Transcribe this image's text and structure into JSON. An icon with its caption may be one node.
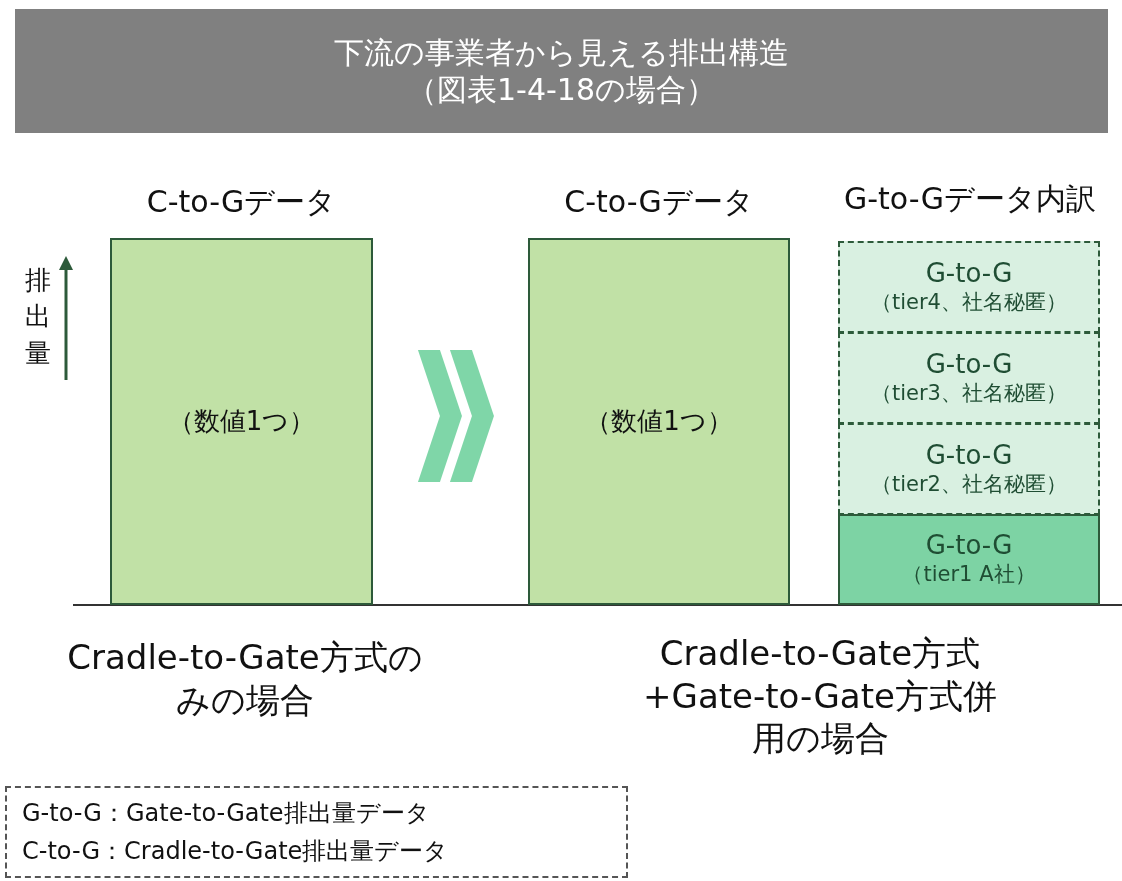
{
  "diagram": {
    "title": "下流の事業者から見える排出構造（図表1-4-18の場合）",
    "nodes": [
      {
        "text": [
          "C-to-Gデータ",
          "（数値1つ）"
        ]
      },
      {
        "text": [
          "C-to-Gデータ",
          "（数値1つ）"
        ]
      },
      {
        "text": [
          "G-to-G",
          "（tier4、社名秘匿）"
        ]
      },
      {
        "text": [
          "G-to-G",
          "（tier3、社名秘匿）"
        ]
      },
      {
        "text": [
          "G-to-G",
          "（tier2、社名秘匿）"
        ]
      },
      {
        "text": [
          "G-to-G",
          "（tier1 A社）"
        ]
      }
    ],
    "edges": [
      {
        "from": 0,
        "to": 1,
        "arrow": "to"
      }
    ],
    "labels": [
      "G-to-Gデータ内訳",
      "排出量",
      "Cradle-to-Gate方式のみの場合",
      "Cradle-to-Gate方式+Gate-to-Gate方式併用の場合",
      "G-to-G：Gate-to-Gate排出量データ",
      "C-to-G：Cradle-to-Gate排出量データ"
    ]
  }
}
